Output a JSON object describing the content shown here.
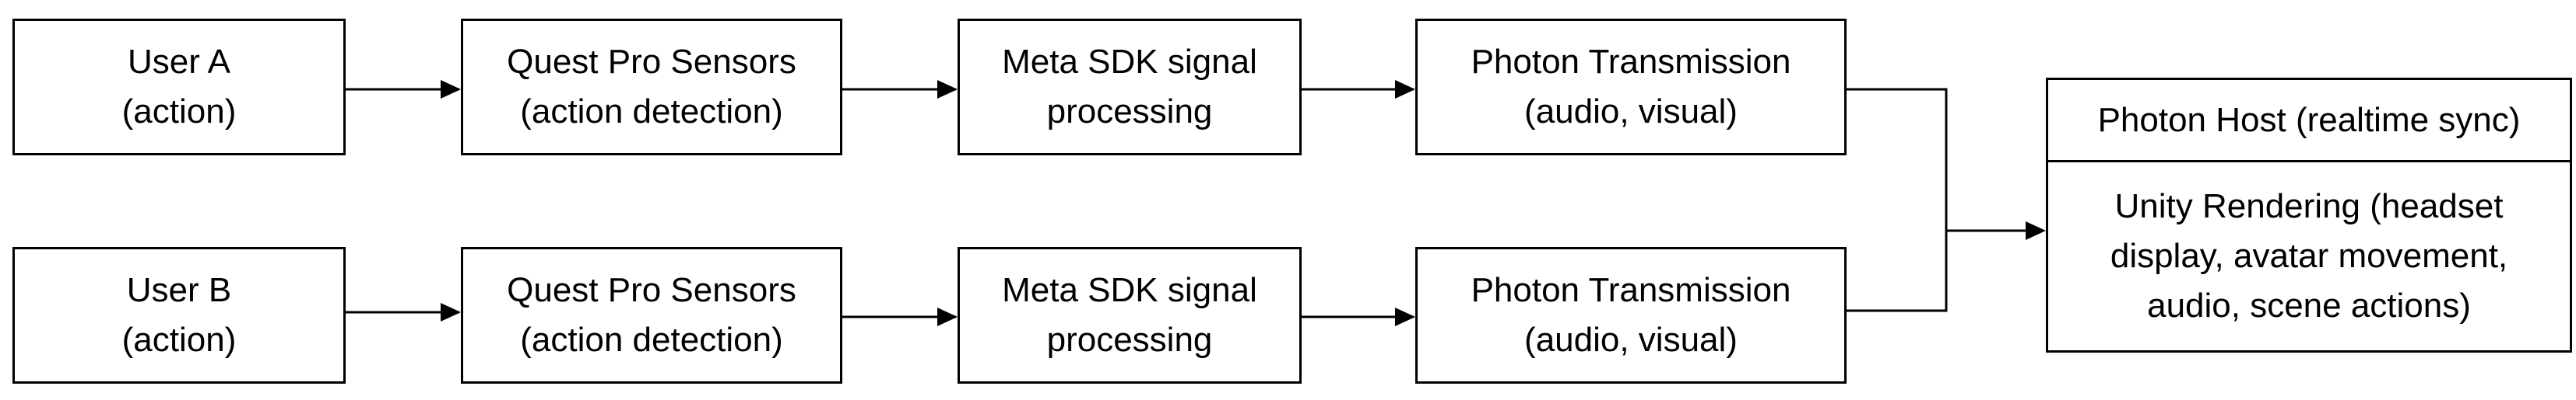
{
  "rows": [
    {
      "id": "a",
      "user": [
        "User A",
        "(action)"
      ],
      "sensors": [
        "Quest Pro Sensors",
        "(action detection)"
      ],
      "sdk": [
        "Meta SDK signal",
        "processing"
      ],
      "transmission": [
        "Photon Transmission",
        "(audio, visual)"
      ]
    },
    {
      "id": "b",
      "user": [
        "User B",
        "(action)"
      ],
      "sensors": [
        "Quest Pro Sensors",
        "(action detection)"
      ],
      "sdk": [
        "Meta SDK signal",
        "processing"
      ],
      "transmission": [
        "Photon Transmission",
        "(audio, visual)"
      ]
    }
  ],
  "host": {
    "header": "Photon Host (realtime sync)",
    "body": [
      "Unity Rendering (headset",
      "display, avatar movement,",
      "audio, scene actions)"
    ]
  }
}
